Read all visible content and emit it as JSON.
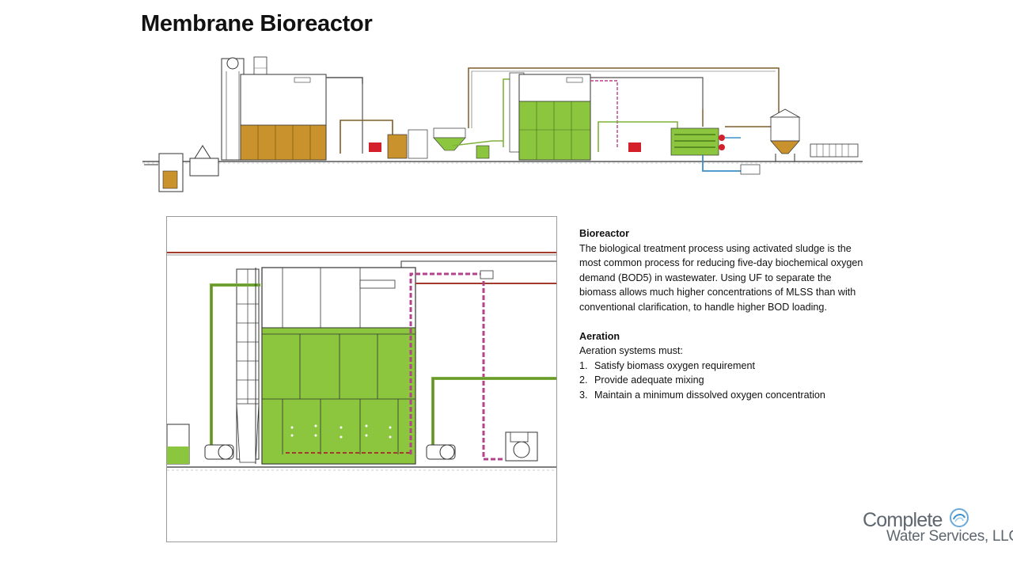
{
  "slide": {
    "title": "Membrane Bioreactor"
  },
  "bioreactor": {
    "heading": "Bioreactor",
    "body": "The biological treatment process using activated sludge is the most common process for reducing five-day biochemical oxygen demand (BOD5) in wastewater. Using UF to separate the biomass allows much higher concentrations  of MLSS than with conventional clarification, to handle higher BOD loading."
  },
  "aeration": {
    "heading": "Aeration",
    "intro": "Aeration systems must:",
    "items": [
      {
        "num": "1.",
        "text": "Satisfy biomass oxygen requirement"
      },
      {
        "num": "2.",
        "text": "Provide adequate mixing"
      },
      {
        "num": "3.",
        "text": "Maintain a minimum dissolved oxygen concentration"
      }
    ]
  },
  "logo": {
    "line1": "Complete",
    "line2": "Water Services, LLC"
  },
  "colors": {
    "sludge": "#c9922c",
    "biomass": "#8cc63f",
    "pipe_red": "#a23b2a",
    "pipe_green": "#7fb23c",
    "pipe_purple": "#b5428c",
    "pump_red": "#d4202a",
    "pipe_blue": "#3d8ec9",
    "logo_gray": "#5e6770"
  },
  "icons": [
    "water-swirl-icon"
  ]
}
